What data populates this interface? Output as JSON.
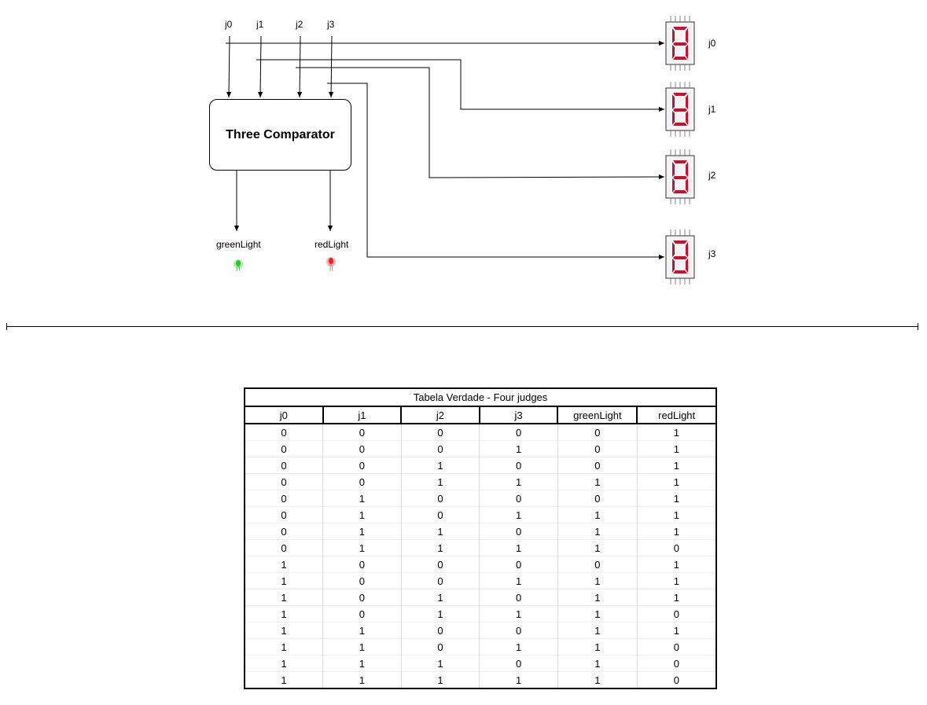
{
  "inputs": [
    "j0",
    "j1",
    "j2",
    "j3"
  ],
  "comparator": {
    "label": "Three Comparator"
  },
  "outputs": [
    "greenLight",
    "redLight"
  ],
  "display_labels": [
    "j0",
    "j1",
    "j2",
    "j3"
  ],
  "colors": {
    "led_green": "#22cc22",
    "led_red": "#ee2222",
    "segment_red": "#c8102e",
    "line": "#000000"
  },
  "table": {
    "title": "Tabela Verdade - Four judges",
    "headers": [
      "j0",
      "j1",
      "j2",
      "j3",
      "greenLight",
      "redLight"
    ],
    "rows": [
      [
        "0",
        "0",
        "0",
        "0",
        "0",
        "1"
      ],
      [
        "0",
        "0",
        "0",
        "1",
        "0",
        "1"
      ],
      [
        "0",
        "0",
        "1",
        "0",
        "0",
        "1"
      ],
      [
        "0",
        "0",
        "1",
        "1",
        "1",
        "1"
      ],
      [
        "0",
        "1",
        "0",
        "0",
        "0",
        "1"
      ],
      [
        "0",
        "1",
        "0",
        "1",
        "1",
        "1"
      ],
      [
        "0",
        "1",
        "1",
        "0",
        "1",
        "1"
      ],
      [
        "0",
        "1",
        "1",
        "1",
        "1",
        "0"
      ],
      [
        "1",
        "0",
        "0",
        "0",
        "0",
        "1"
      ],
      [
        "1",
        "0",
        "0",
        "1",
        "1",
        "1"
      ],
      [
        "1",
        "0",
        "1",
        "0",
        "1",
        "1"
      ],
      [
        "1",
        "0",
        "1",
        "1",
        "1",
        "0"
      ],
      [
        "1",
        "1",
        "0",
        "0",
        "1",
        "1"
      ],
      [
        "1",
        "1",
        "0",
        "1",
        "1",
        "0"
      ],
      [
        "1",
        "1",
        "1",
        "0",
        "1",
        "0"
      ],
      [
        "1",
        "1",
        "1",
        "1",
        "1",
        "0"
      ]
    ]
  }
}
